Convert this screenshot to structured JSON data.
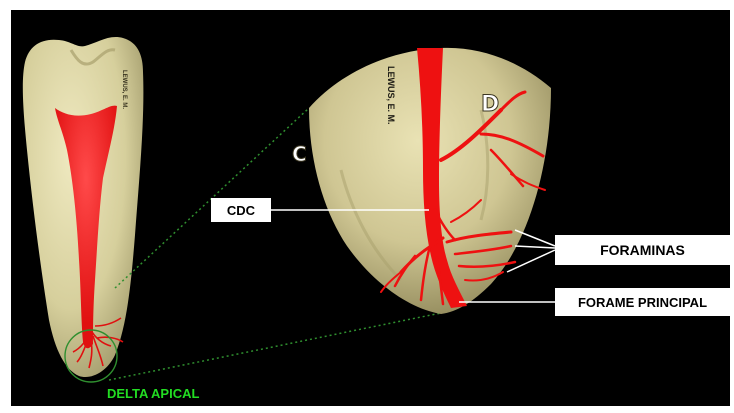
{
  "labels": {
    "cdc": "CDC",
    "foraminas": "FORAMINAS",
    "forame_principal": "FORAME PRINCIPAL",
    "delta_apical": "DELTA APICAL",
    "letter_c": "C",
    "letter_d": "D",
    "signature_large": "LEWUS, E. M.",
    "signature_small": "LEWUS, E. M."
  },
  "colors": {
    "background": "#000000",
    "tooth": "#d9d3a3",
    "pulp": "#ee1111",
    "label_box": "#ffffff",
    "zoom_lines": "#2f8f2f",
    "delta_label": "#22dd22"
  }
}
